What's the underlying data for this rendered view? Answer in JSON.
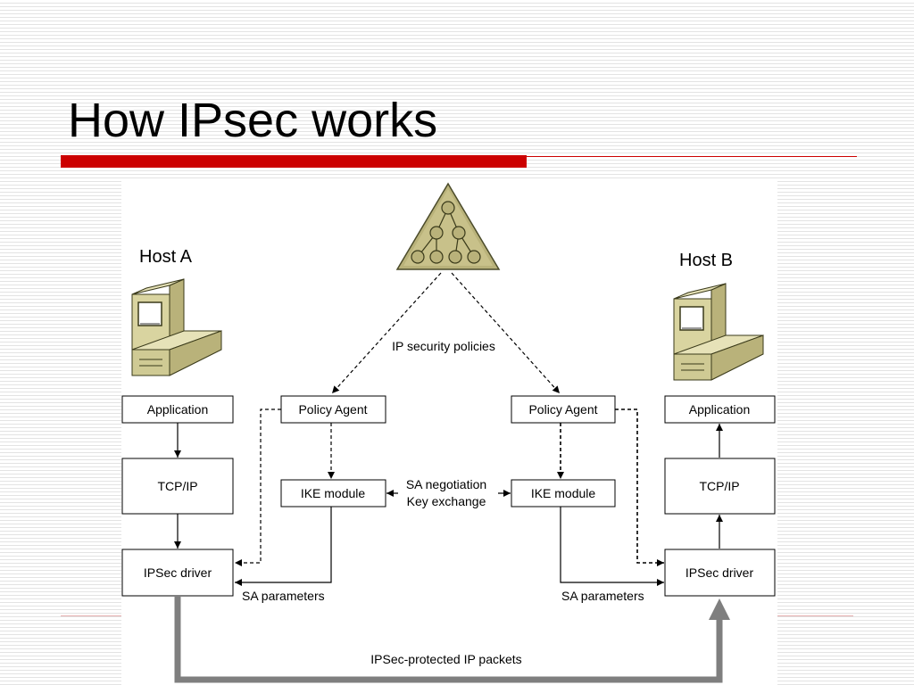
{
  "slide": {
    "title": "How IPsec works",
    "accent_color": "#cc0000"
  },
  "diagram": {
    "hosts": {
      "a": {
        "label": "Host A",
        "icon": "computer-icon"
      },
      "b": {
        "label": "Host B",
        "icon": "computer-icon"
      }
    },
    "policy_store_icon": "triangle-network-icon",
    "policy_label": "IP security policies",
    "boxes": {
      "app_a": "Application",
      "tcp_a": "TCP/IP",
      "ipsec_a": "IPSec driver",
      "policy_a": "Policy Agent",
      "ike_a": "IKE module",
      "app_b": "Application",
      "tcp_b": "TCP/IP",
      "ipsec_b": "IPSec driver",
      "policy_b": "Policy Agent",
      "ike_b": "IKE module"
    },
    "labels": {
      "sa_negotiation": "SA negotiation",
      "key_exchange": "Key exchange",
      "sa_params_left": "SA parameters",
      "sa_params_right": "SA parameters",
      "packets": "IPSec-protected IP packets"
    },
    "colors": {
      "computer_face": "#d9d4a0",
      "computer_shade": "#b9b27a",
      "pipe": "#7f7f7f"
    }
  }
}
